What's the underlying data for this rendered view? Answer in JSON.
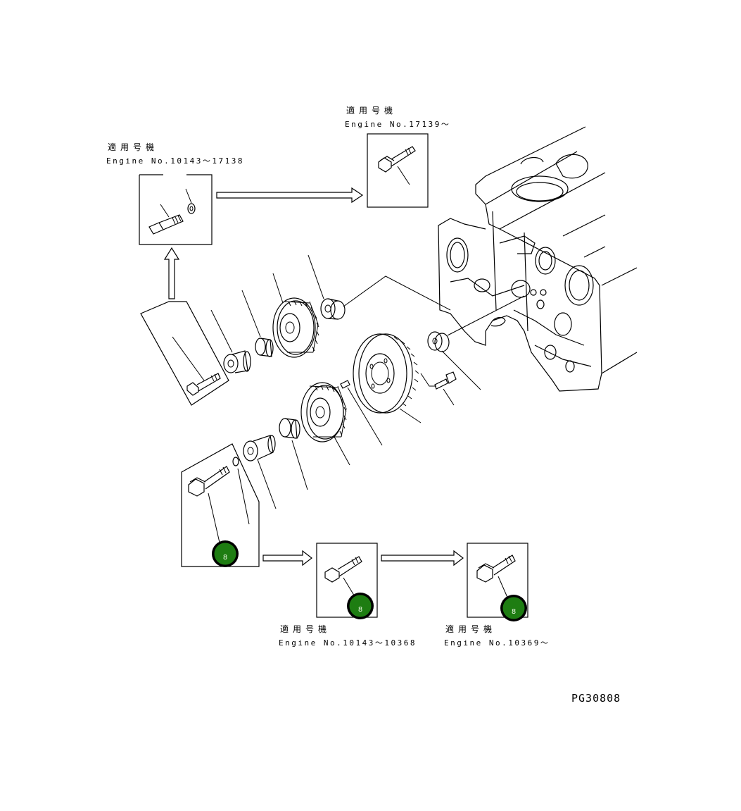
{
  "labels": {
    "top_center": {
      "jp": "適用号機",
      "engine": "Engine No.17139～"
    },
    "top_left": {
      "jp": "適用号機",
      "engine": "Engine No.10143～17138"
    },
    "bottom_mid": {
      "jp": "適用号機",
      "engine": "Engine No.10143～10368"
    },
    "bottom_right": {
      "jp": "適用号機",
      "engine": "Engine No.10369～"
    }
  },
  "drawing_code": "PG30808",
  "badges": [
    {
      "number": "8"
    },
    {
      "number": "8"
    },
    {
      "number": "8"
    }
  ],
  "colors": {
    "badge_fill": "#1e7d12",
    "badge_ring": "#000000",
    "line": "#000000"
  }
}
